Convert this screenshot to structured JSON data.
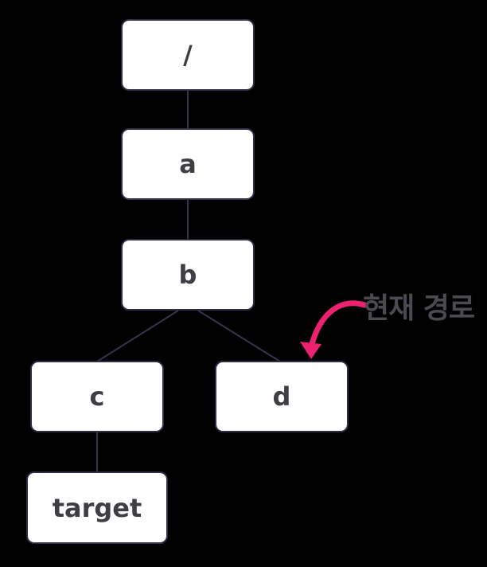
{
  "diagram": {
    "type": "tree",
    "nodes": [
      {
        "id": "root",
        "label": "/"
      },
      {
        "id": "a",
        "label": "a"
      },
      {
        "id": "b",
        "label": "b"
      },
      {
        "id": "c",
        "label": "c"
      },
      {
        "id": "d",
        "label": "d"
      },
      {
        "id": "target",
        "label": "target"
      }
    ],
    "edges": [
      {
        "from": "root",
        "to": "a"
      },
      {
        "from": "a",
        "to": "b"
      },
      {
        "from": "b",
        "to": "c"
      },
      {
        "from": "b",
        "to": "d"
      },
      {
        "from": "c",
        "to": "target"
      }
    ],
    "annotation": {
      "label": "현재 경로",
      "points_to": "d"
    },
    "colors": {
      "bg": "#000000",
      "node-fill": "#ffffff",
      "node-border": "#2e2e44",
      "node-text": "#3e3e44",
      "edge": "#34344c",
      "arrow": "#ec2170",
      "annotation": "#4a4a50"
    }
  }
}
